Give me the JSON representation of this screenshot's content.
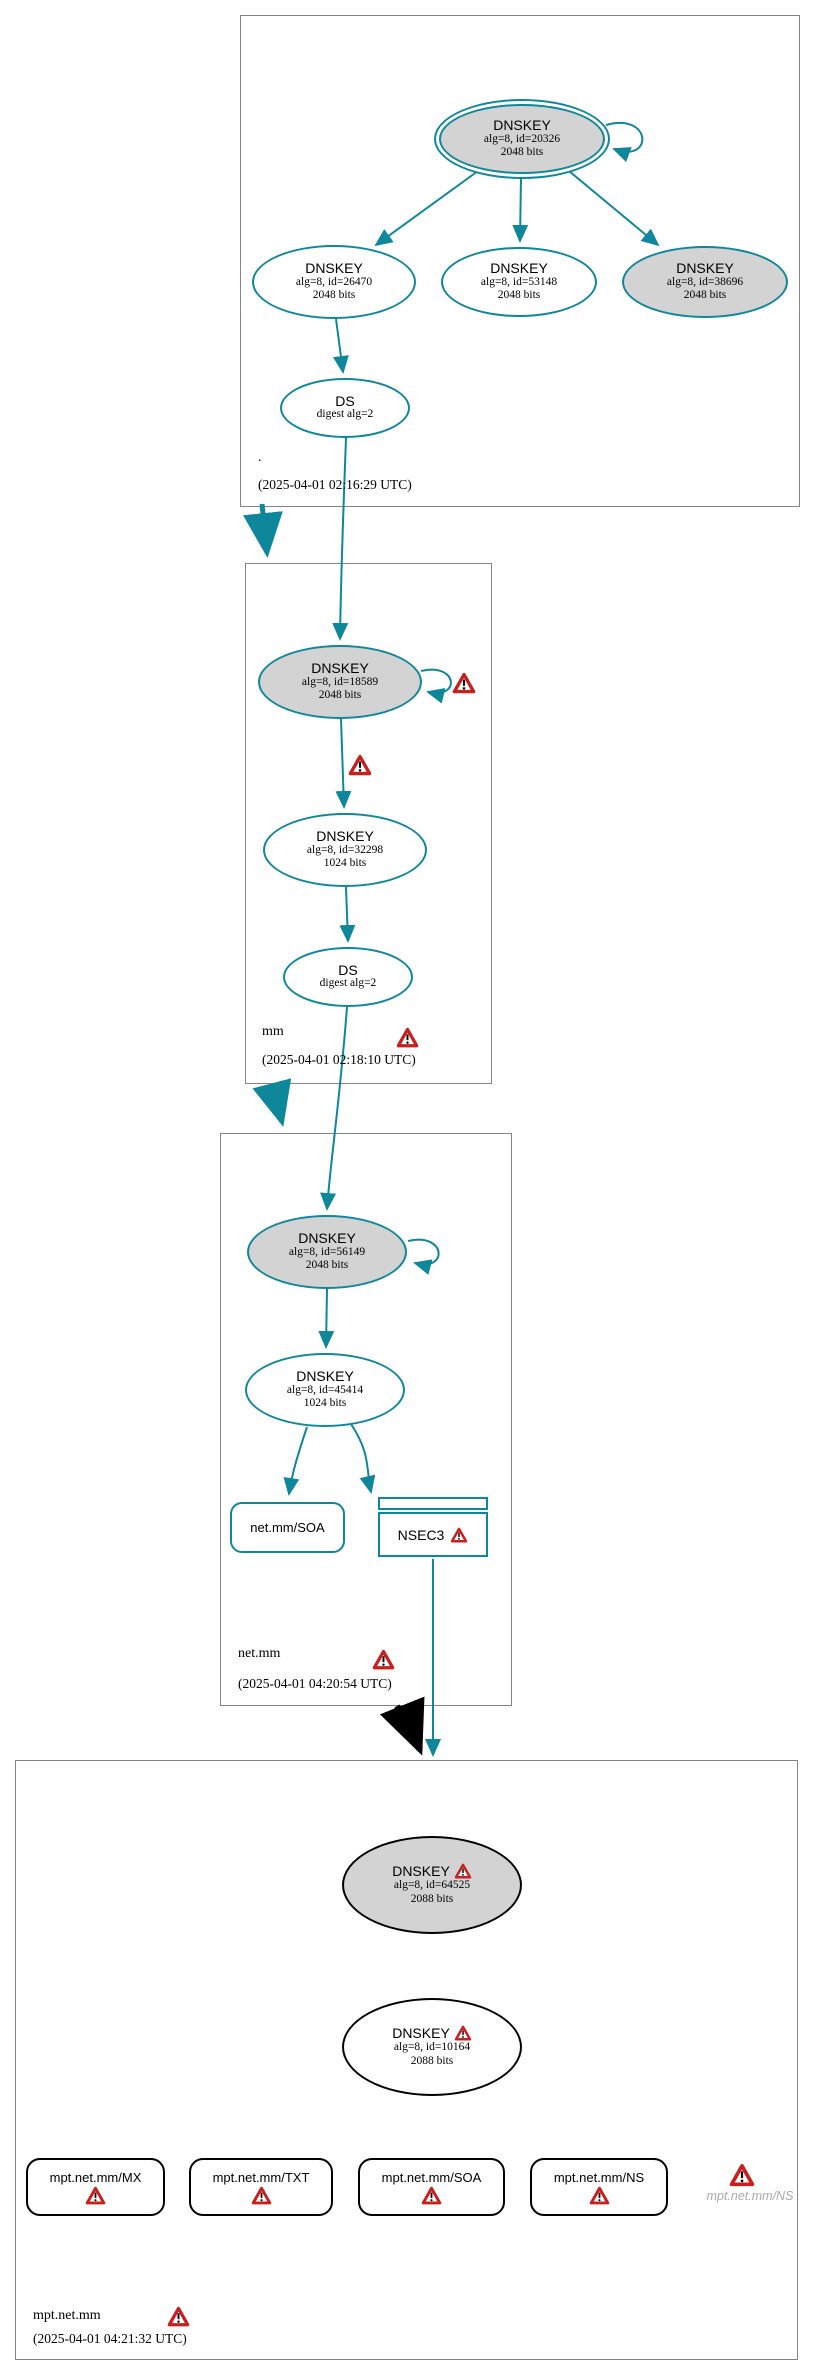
{
  "colors": {
    "edge_secure": "#0f879a",
    "edge_bogus": "#000000",
    "node_fill": "#ffffff",
    "node_fill_ksk": "#d3d3d3",
    "box_border": "#848484",
    "warning_red": "#c81f1f",
    "insecure_text": "#aaaaaa"
  },
  "zones": [
    {
      "label": ".",
      "timestamp": "(2025-04-01 02:16:29 UTC)",
      "nodes": {
        "ksk1": {
          "title": "DNSKEY",
          "alg": "alg=8, id=20326",
          "bits": "2048 bits"
        },
        "zsk1": {
          "title": "DNSKEY",
          "alg": "alg=8, id=26470",
          "bits": "2048 bits"
        },
        "zsk2": {
          "title": "DNSKEY",
          "alg": "alg=8, id=53148",
          "bits": "2048 bits"
        },
        "ksk2": {
          "title": "DNSKEY",
          "alg": "alg=8, id=38696",
          "bits": "2048 bits"
        },
        "ds": {
          "title": "DS",
          "detail": "digest alg=2"
        }
      }
    },
    {
      "label": "mm",
      "timestamp": "(2025-04-01 02:18:10 UTC)",
      "nodes": {
        "ksk": {
          "title": "DNSKEY",
          "alg": "alg=8, id=18589",
          "bits": "2048 bits"
        },
        "zsk": {
          "title": "DNSKEY",
          "alg": "alg=8, id=32298",
          "bits": "1024 bits"
        },
        "ds": {
          "title": "DS",
          "detail": "digest alg=2"
        }
      }
    },
    {
      "label": "net.mm",
      "timestamp": "(2025-04-01 04:20:54 UTC)",
      "nodes": {
        "ksk": {
          "title": "DNSKEY",
          "alg": "alg=8, id=56149",
          "bits": "2048 bits"
        },
        "zsk": {
          "title": "DNSKEY",
          "alg": "alg=8, id=45414",
          "bits": "1024 bits"
        },
        "soa": {
          "label": "net.mm/SOA"
        },
        "nsec3": {
          "label": "NSEC3"
        }
      }
    },
    {
      "label": "mpt.net.mm",
      "timestamp": "(2025-04-01 04:21:32 UTC)",
      "nodes": {
        "ksk": {
          "title": "DNSKEY",
          "alg": "alg=8, id=64525",
          "bits": "2088 bits"
        },
        "zsk": {
          "title": "DNSKEY",
          "alg": "alg=8, id=10164",
          "bits": "2088 bits"
        },
        "rrsets": [
          {
            "label": "mpt.net.mm/MX"
          },
          {
            "label": "mpt.net.mm/TXT"
          },
          {
            "label": "mpt.net.mm/SOA"
          },
          {
            "label": "mpt.net.mm/NS"
          }
        ],
        "insecure": {
          "label": "mpt.net.mm/NS"
        }
      }
    }
  ]
}
